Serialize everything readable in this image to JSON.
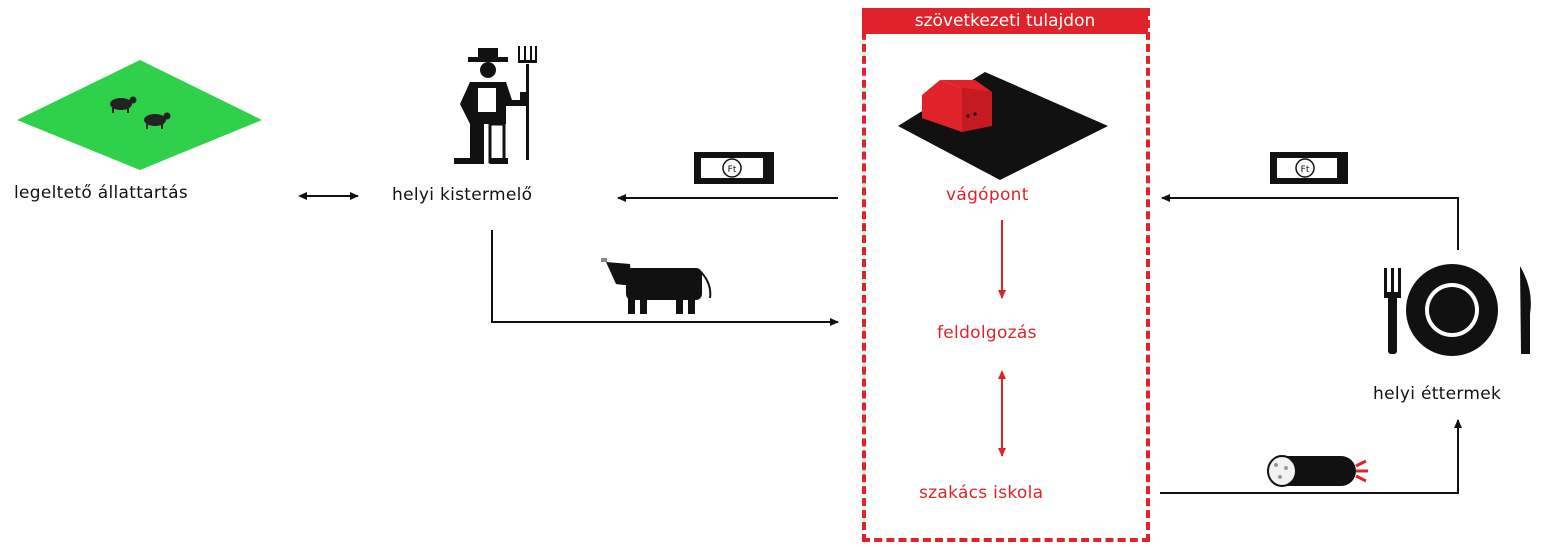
{
  "cooperative": {
    "title": "szövetkezeti tulajdon"
  },
  "nodes": {
    "grazing": "legeltető állattartás",
    "farmer": "helyi kistermelő",
    "slaughter": "vágópont",
    "processing": "feldolgozás",
    "school": "szakács iskola",
    "restaurants": "helyi éttermek"
  },
  "icons": {
    "money_left": "Ft",
    "money_right": "Ft"
  },
  "colors": {
    "accent": "#e0232a",
    "grass": "#2fd14a",
    "ink": "#111111"
  }
}
